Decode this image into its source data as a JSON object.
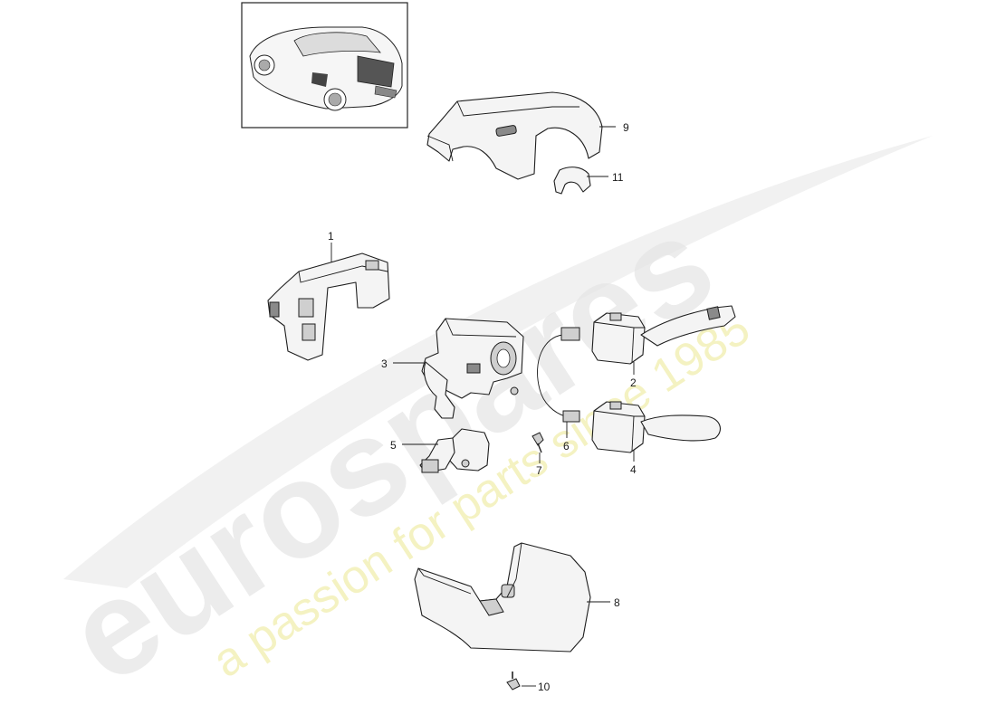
{
  "watermark": {
    "brand_text": "eurospares",
    "tagline_text": "a passion for parts since 1985",
    "brand_color": "#e6e6e6",
    "tagline_color": "#f3f0b8"
  },
  "callouts": [
    {
      "id": "1",
      "label": "1"
    },
    {
      "id": "2",
      "label": "2"
    },
    {
      "id": "3",
      "label": "3"
    },
    {
      "id": "4",
      "label": "4"
    },
    {
      "id": "5",
      "label": "5"
    },
    {
      "id": "6",
      "label": "6"
    },
    {
      "id": "7",
      "label": "7"
    },
    {
      "id": "8",
      "label": "8"
    },
    {
      "id": "9",
      "label": "9"
    },
    {
      "id": "10",
      "label": "10"
    },
    {
      "id": "11",
      "label": "11"
    }
  ],
  "parts": [
    {
      "part": "steering-column-trim-upper",
      "icon": "upper-trim-cover"
    },
    {
      "part": "trim-clip",
      "icon": "clip"
    },
    {
      "part": "control-unit",
      "icon": "control-module"
    },
    {
      "part": "ignition-lock-housing",
      "icon": "lock-housing"
    },
    {
      "part": "wiper-switch",
      "icon": "stalk-switch"
    },
    {
      "part": "turn-signal-switch",
      "icon": "stalk-switch"
    },
    {
      "part": "cruise-control-switch",
      "icon": "toggle-switch"
    },
    {
      "part": "wiring-harness",
      "icon": "cable"
    },
    {
      "part": "screw",
      "icon": "screw"
    },
    {
      "part": "steering-column-trim-lower",
      "icon": "lower-trim-cover"
    },
    {
      "part": "fastener",
      "icon": "screw"
    }
  ]
}
